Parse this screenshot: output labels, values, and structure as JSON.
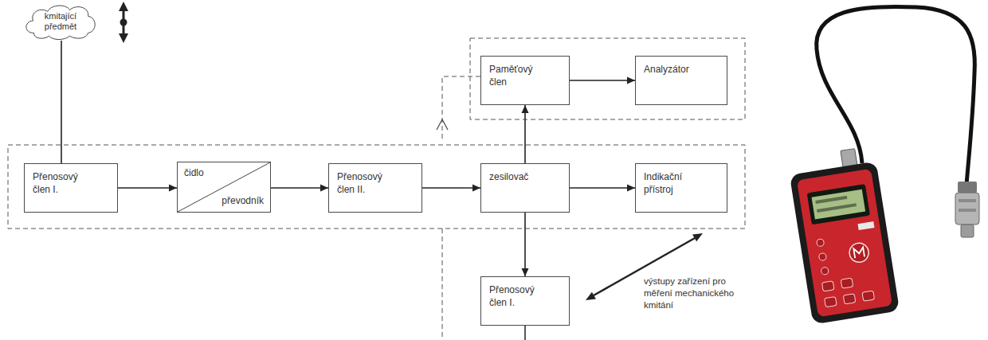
{
  "diagram": {
    "nodes": [
      {
        "text": [
          "kmitající předmět"
        ]
      },
      {
        "text": [
          "Přenosový člen I."
        ]
      },
      {
        "text": [
          "čidlo",
          "převodník"
        ]
      },
      {
        "text": [
          "Přenosový člen II."
        ]
      },
      {
        "text": [
          "zesilovač"
        ]
      },
      {
        "text": [
          "Indikační přístroj"
        ]
      },
      {
        "text": [
          "Paměťový člen"
        ]
      },
      {
        "text": [
          "Analyzátor"
        ]
      },
      {
        "text": [
          "Přenosový člen I."
        ]
      }
    ],
    "edges": [
      {
        "from": 0,
        "to": 1,
        "arrow": "none"
      },
      {
        "from": 1,
        "to": 2,
        "arrow": "to"
      },
      {
        "from": 2,
        "to": 3,
        "arrow": "to"
      },
      {
        "from": 3,
        "to": 4,
        "arrow": "to"
      },
      {
        "from": 4,
        "to": 5,
        "arrow": "to"
      },
      {
        "from": 4,
        "to": 6,
        "arrow": "to"
      },
      {
        "from": 6,
        "to": 7,
        "arrow": "to"
      },
      {
        "from": 4,
        "to": 8,
        "arrow": "to"
      }
    ],
    "labels": [
      "výstupy zařízení pro měření mechanického kmitání"
    ]
  }
}
